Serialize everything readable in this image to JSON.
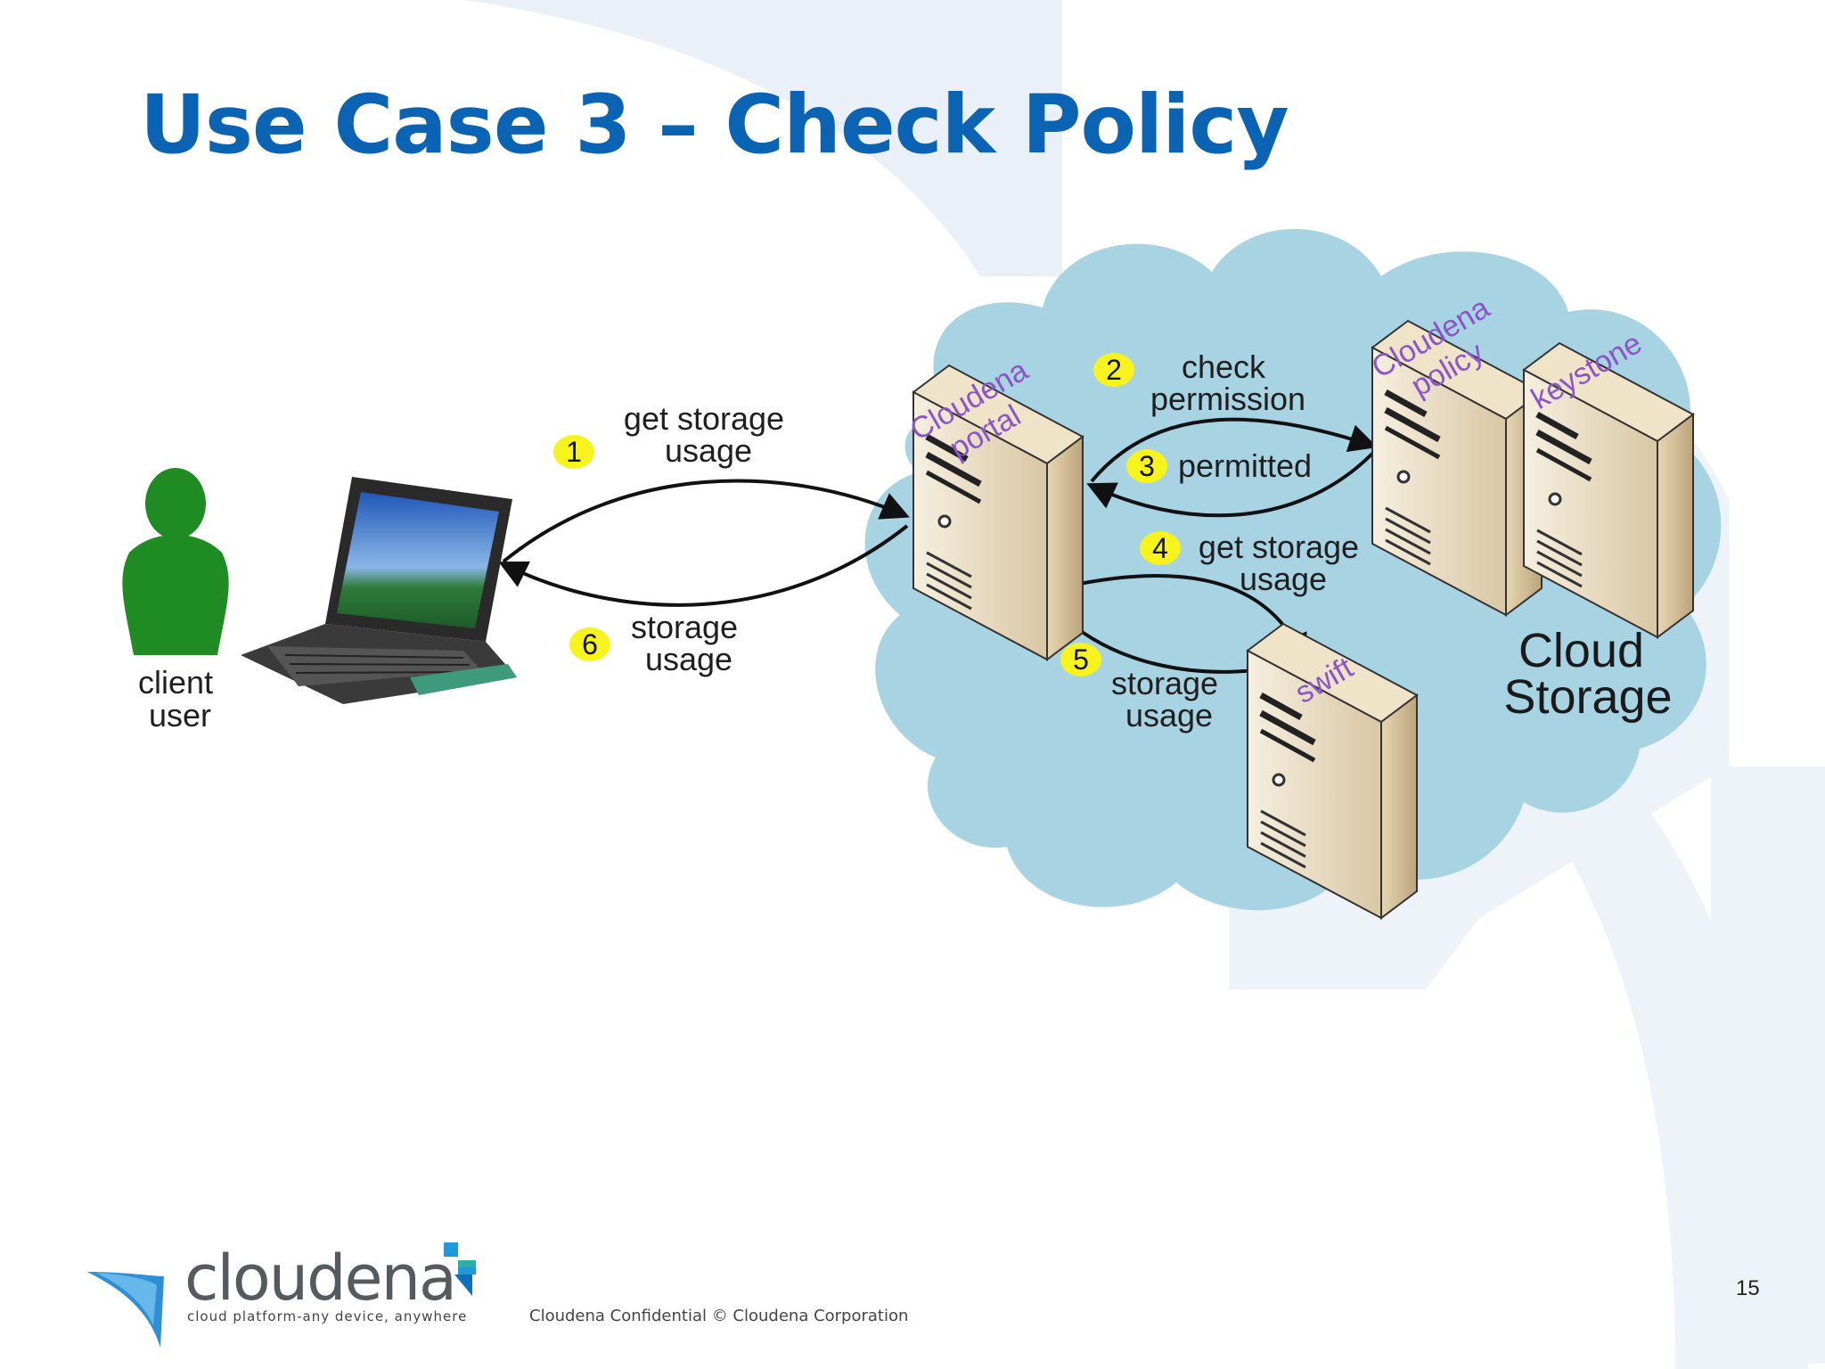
{
  "slide": {
    "title": "Use Case 3 – Check Policy",
    "page_number": "15"
  },
  "diagram": {
    "client_label": [
      "client",
      "user"
    ],
    "servers": {
      "portal": [
        "Cloudena",
        "portal"
      ],
      "policy": [
        "Cloudena",
        "policy"
      ],
      "keystone": "keystone",
      "swift": "swift"
    },
    "cloud_label": [
      "Cloud",
      "Storage"
    ],
    "steps": [
      {
        "number": "1",
        "label": [
          "get storage",
          "usage"
        ]
      },
      {
        "number": "2",
        "label": [
          "check",
          "permission"
        ]
      },
      {
        "number": "3",
        "label": [
          "permitted"
        ]
      },
      {
        "number": "4",
        "label": [
          "get storage",
          "usage"
        ]
      },
      {
        "number": "5",
        "label": [
          "storage",
          "usage"
        ]
      },
      {
        "number": "6",
        "label": [
          "storage",
          "usage"
        ]
      }
    ]
  },
  "footer": {
    "brand": "cloudena",
    "tagline": "cloud platform-any device, anywhere",
    "confidential": "Cloudena Confidential © Cloudena Corporation"
  },
  "colors": {
    "title": "#0b63b3",
    "cloud": "#a7d3e3",
    "badge": "#f7f31c",
    "server_label": "#8a55c8",
    "person": "#1e8c22",
    "background_shape": "#e9eff7"
  }
}
